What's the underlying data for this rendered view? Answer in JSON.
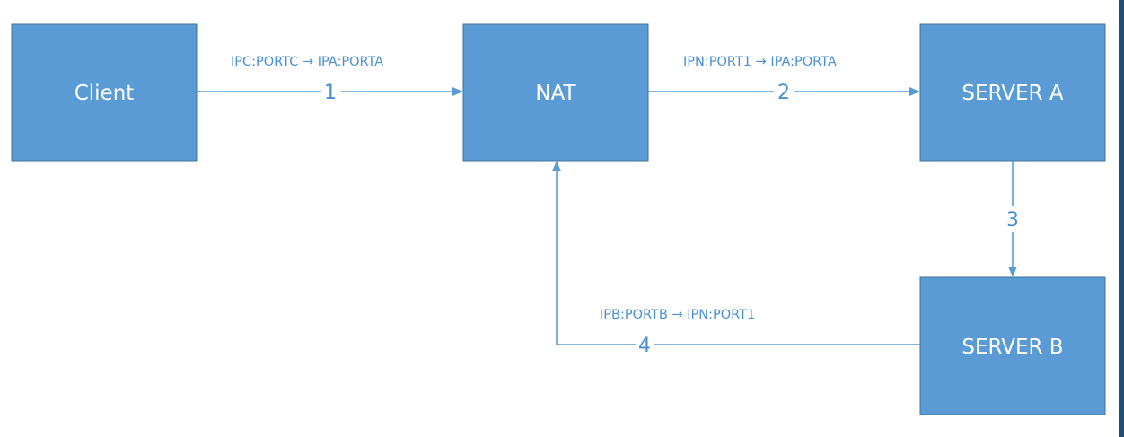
{
  "nodes": {
    "client": "Client",
    "nat": "NAT",
    "server_a": "SERVER A",
    "server_b": "SERVER B"
  },
  "connections": [
    {
      "step": "1",
      "label": "IPC:PORTC → IPA:PORTA"
    },
    {
      "step": "2",
      "label": "IPN:PORT1 → IPA:PORTA"
    },
    {
      "step": "3",
      "label": ""
    },
    {
      "step": "4",
      "label": "IPB:PORTB → IPN:PORT1"
    }
  ],
  "colors": {
    "node_fill": "#5b9bd5",
    "connector": "#5b9bd5",
    "text_accent": "#4a8fd0"
  }
}
